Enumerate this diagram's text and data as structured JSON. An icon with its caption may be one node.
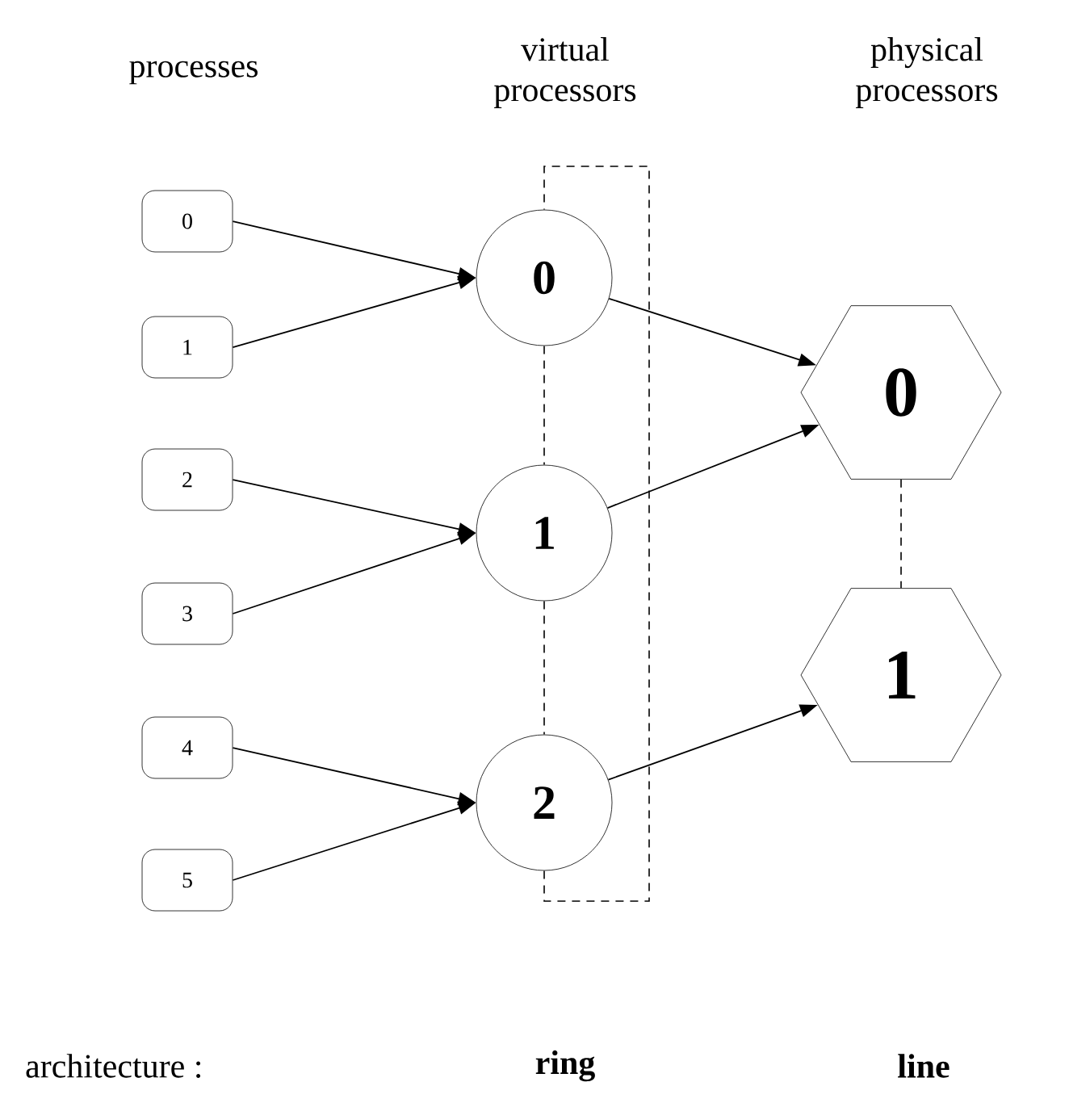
{
  "diagram": {
    "nodes": [
      {
        "text": [
          "0"
        ]
      },
      {
        "text": [
          "1"
        ]
      },
      {
        "text": [
          "2"
        ]
      },
      {
        "text": [
          "3"
        ]
      },
      {
        "text": [
          "4"
        ]
      },
      {
        "text": [
          "5"
        ]
      },
      {
        "text": [
          "0"
        ]
      },
      {
        "text": [
          "1"
        ]
      },
      {
        "text": [
          "2"
        ]
      },
      {
        "text": [
          "0"
        ]
      },
      {
        "text": [
          "1"
        ]
      }
    ],
    "edges": [
      {
        "from": 0,
        "to": 6,
        "arrow": "to"
      },
      {
        "from": 1,
        "to": 6,
        "arrow": "to"
      },
      {
        "from": 2,
        "to": 7,
        "arrow": "to"
      },
      {
        "from": 3,
        "to": 7,
        "arrow": "to"
      },
      {
        "from": 4,
        "to": 8,
        "arrow": "to"
      },
      {
        "from": 5,
        "to": 8,
        "arrow": "to"
      },
      {
        "from": 6,
        "to": 9,
        "arrow": "to"
      },
      {
        "from": 7,
        "to": 9,
        "arrow": "to"
      },
      {
        "from": 8,
        "to": 10,
        "arrow": "to"
      },
      {
        "from": 6,
        "to": 7,
        "arrow": "none",
        "style": "dashed"
      },
      {
        "from": 7,
        "to": 8,
        "arrow": "none",
        "style": "dashed"
      },
      {
        "from": 8,
        "to": 6,
        "arrow": "none",
        "style": "dashed"
      },
      {
        "from": 9,
        "to": 10,
        "arrow": "none",
        "style": "dashed"
      }
    ],
    "labels": [
      "processes",
      "virtual processors",
      "physical processors",
      "architecture :",
      "ring",
      "line"
    ]
  }
}
